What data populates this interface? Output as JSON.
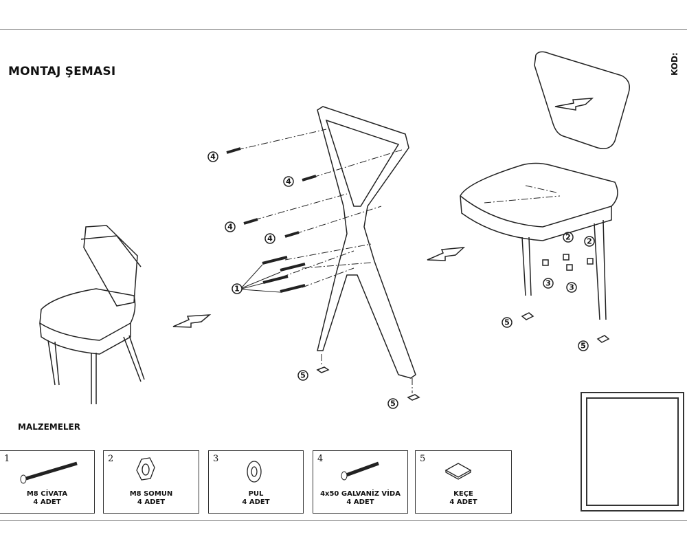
{
  "header": {
    "title": "MONTAJ ŞEMASI",
    "code_label": "KOD:"
  },
  "diagram": {
    "callouts": [
      "1",
      "2",
      "3",
      "4",
      "5"
    ]
  },
  "materials": {
    "title": "MALZEMELER",
    "items": [
      {
        "number": "1",
        "name": "M8 CİVATA",
        "qty": "4 ADET",
        "icon": "bolt-icon"
      },
      {
        "number": "2",
        "name": "M8 SOMUN",
        "qty": "4 ADET",
        "icon": "hex-nut-icon"
      },
      {
        "number": "3",
        "name": "PUL",
        "qty": "4 ADET",
        "icon": "washer-icon"
      },
      {
        "number": "4",
        "name": "4x50 GALVANİZ VİDA",
        "qty": "4 ADET",
        "icon": "wood-screw-icon"
      },
      {
        "number": "5",
        "name": "KEÇE",
        "qty": "4 ADET",
        "icon": "felt-pad-icon"
      }
    ]
  }
}
